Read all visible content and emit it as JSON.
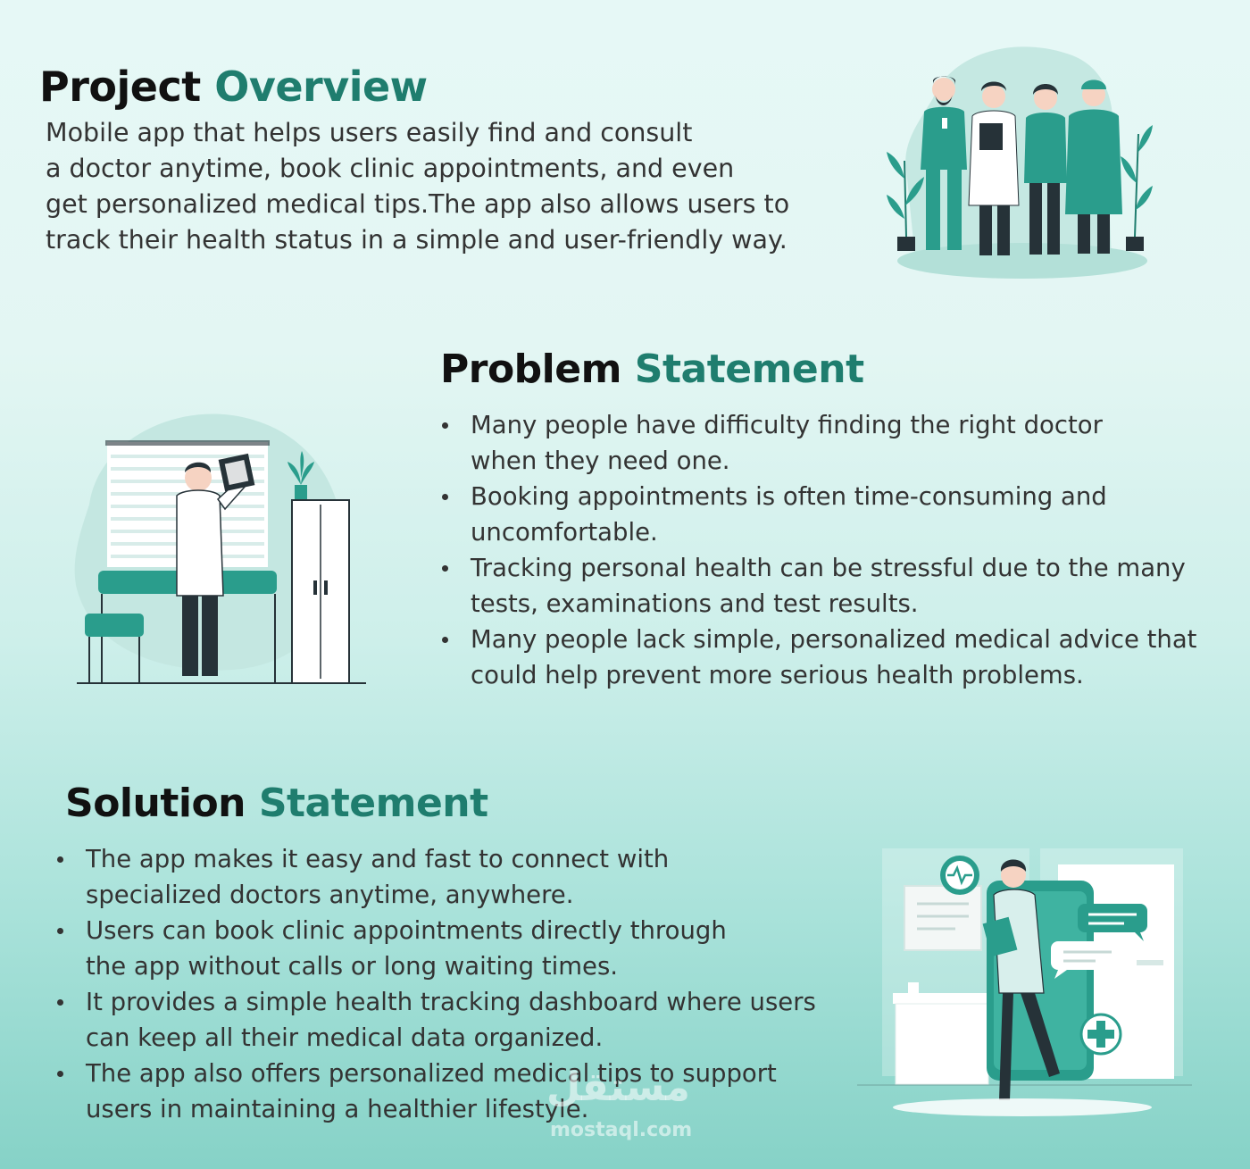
{
  "overview": {
    "title_main": "Project",
    "title_accent": "Overview",
    "body": "Mobile app that helps users easily find and consult\na doctor anytime, book clinic appointments, and even\nget personalized medical tips.The app also allows users to\ntrack their health status in a simple and user-friendly way."
  },
  "problem": {
    "title_main": "Problem",
    "title_accent": "Statement",
    "items": [
      "Many people have difficulty finding the right doctor\n when they need one.",
      "Booking appointments is often time-consuming and\nuncomfortable.",
      "Tracking personal health can be stressful due to the many\ntests, examinations and test results.",
      "Many people lack simple, personalized medical advice that\ncould help prevent more serious health problems."
    ]
  },
  "solution": {
    "title_main": "Solution",
    "title_accent": "Statement",
    "items": [
      "The app makes it easy and fast to connect with\nspecialized doctors anytime, anywhere.",
      "Users can book clinic appointments directly through\nthe app without calls or long waiting times.",
      "It provides a simple health tracking dashboard where users\ncan keep all their medical data organized.",
      "The app also offers personalized medical tips to support\nusers in maintaining a healthier lifestyle."
    ]
  },
  "watermark": {
    "arabic": "مستقل",
    "domain": "mostaql.com"
  },
  "colors": {
    "accent": "#1f7d6e",
    "teal": "#2a9d8c",
    "dark": "#263238"
  },
  "icons": [
    "medical-team-illustration",
    "doctor-xray-illustration",
    "doctor-phone-illustration",
    "heartbeat-icon",
    "plus-icon",
    "chat-bubble-icon"
  ]
}
